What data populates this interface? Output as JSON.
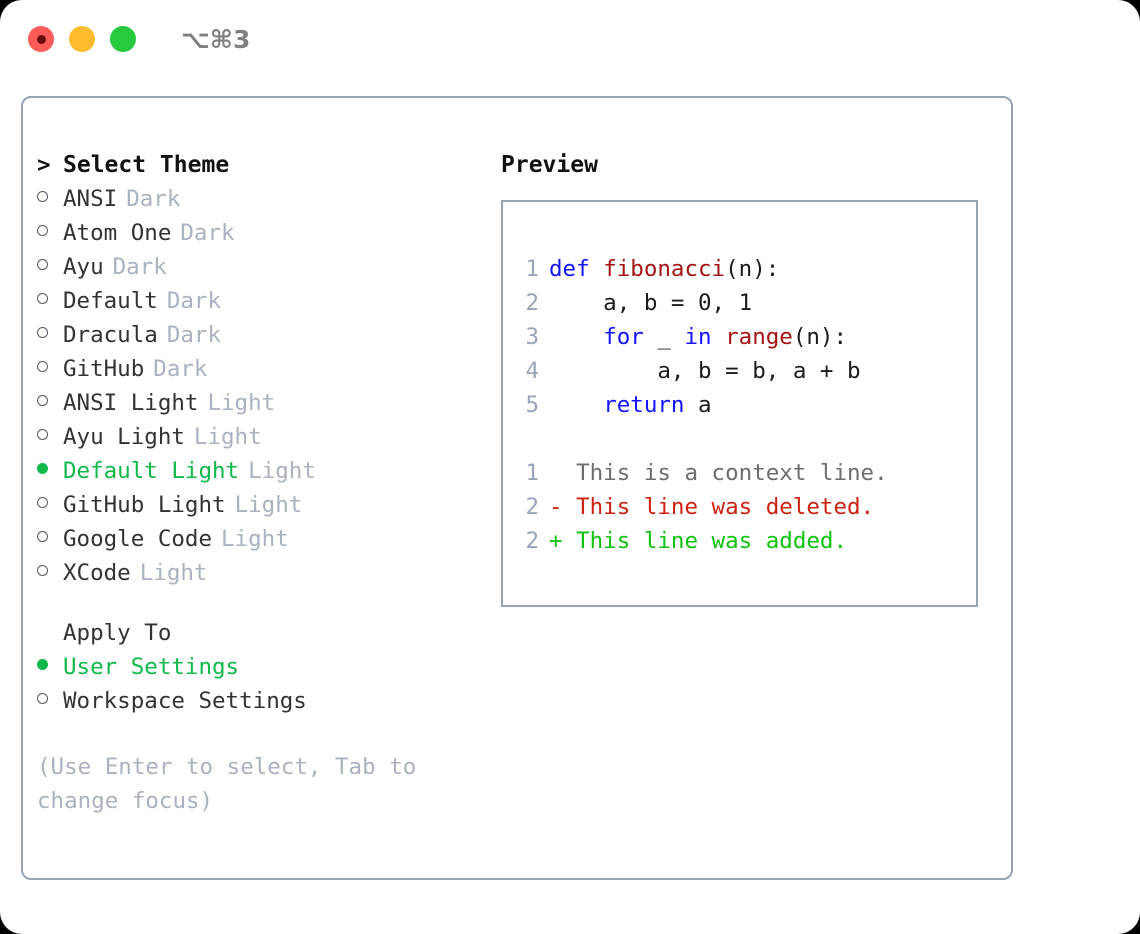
{
  "window": {
    "shortcut": "⌥⌘3",
    "traffic_lights": [
      {
        "name": "close-button",
        "color": "#fc5b57"
      },
      {
        "name": "minimize-button",
        "color": "#fdbc2d"
      },
      {
        "name": "maximize-button",
        "color": "#27c93f"
      }
    ],
    "border_color": "#98a3b6"
  },
  "theme_panel": {
    "header_marker": ">",
    "header": "Select Theme",
    "items": [
      {
        "marker": "o",
        "name": "ANSI",
        "tag": "Dark",
        "selected": false
      },
      {
        "marker": "o",
        "name": "Atom One",
        "tag": "Dark",
        "selected": false
      },
      {
        "marker": "o",
        "name": "Ayu",
        "tag": "Dark",
        "selected": false
      },
      {
        "marker": "o",
        "name": "Default",
        "tag": "Dark",
        "selected": false
      },
      {
        "marker": "o",
        "name": "Dracula",
        "tag": "Dark",
        "selected": false
      },
      {
        "marker": "o",
        "name": "GitHub",
        "tag": "Dark",
        "selected": false
      },
      {
        "marker": "o",
        "name": "ANSI Light",
        "tag": "Light",
        "selected": false
      },
      {
        "marker": "o",
        "name": "Ayu Light",
        "tag": "Light",
        "selected": false
      },
      {
        "marker": "●",
        "name": "Default Light",
        "tag": "Light",
        "selected": true
      },
      {
        "marker": "o",
        "name": "GitHub Light",
        "tag": "Light",
        "selected": false
      },
      {
        "marker": "o",
        "name": "Google Code",
        "tag": "Light",
        "selected": false
      },
      {
        "marker": "o",
        "name": "XCode",
        "tag": "Light",
        "selected": false
      }
    ],
    "selected_color": "#11b84a",
    "tag_color": "#aab2c0"
  },
  "apply_to": {
    "label": "Apply To",
    "options": [
      {
        "marker": "●",
        "label": "User Settings",
        "selected": true
      },
      {
        "marker": "o",
        "label": "Workspace Settings",
        "selected": false
      }
    ]
  },
  "hint": "(Use Enter to select, Tab to change focus)",
  "preview": {
    "header": "Preview",
    "code_lines": [
      {
        "num": "1",
        "tokens": [
          {
            "t": "def",
            "c": "kw"
          },
          {
            "t": " ",
            "c": "plain"
          },
          {
            "t": "fibonacci",
            "c": "fn"
          },
          {
            "t": "(n):",
            "c": "plain"
          }
        ]
      },
      {
        "num": "2",
        "tokens": [
          {
            "t": "    a, b = 0, 1",
            "c": "plain"
          }
        ]
      },
      {
        "num": "3",
        "tokens": [
          {
            "t": "    ",
            "c": "plain"
          },
          {
            "t": "for",
            "c": "kw"
          },
          {
            "t": " _ ",
            "c": "plain"
          },
          {
            "t": "in",
            "c": "kw"
          },
          {
            "t": " ",
            "c": "plain"
          },
          {
            "t": "range",
            "c": "fn"
          },
          {
            "t": "(n):",
            "c": "plain"
          }
        ]
      },
      {
        "num": "4",
        "tokens": [
          {
            "t": "        a, b = b, a + b",
            "c": "plain"
          }
        ]
      },
      {
        "num": "5",
        "tokens": [
          {
            "t": "    ",
            "c": "plain"
          },
          {
            "t": "return",
            "c": "kw"
          },
          {
            "t": " a",
            "c": "plain"
          }
        ]
      }
    ],
    "diff_lines": [
      {
        "num": "1",
        "text": "  This is a context line.",
        "kind": "ctx"
      },
      {
        "num": "2",
        "text": "- This line was deleted.",
        "kind": "del"
      },
      {
        "num": "2",
        "text": "+ This line was added.",
        "kind": "add"
      }
    ],
    "colors": {
      "keyword": "#1414ff",
      "function": "#a31515",
      "plain": "#1b1b1b",
      "line_number": "#9aa4b8",
      "context": "#6e6e6e",
      "deleted": "#cc2211",
      "added": "#11c211"
    }
  }
}
